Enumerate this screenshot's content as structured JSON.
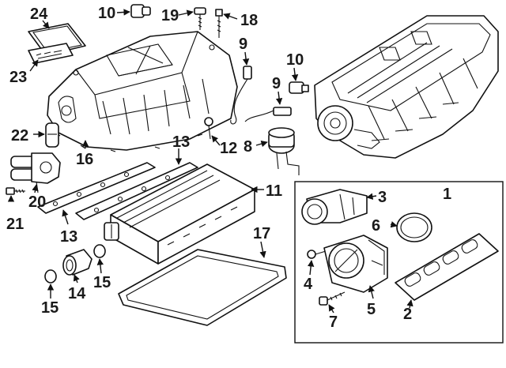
{
  "diagram": {
    "callouts": {
      "c1": "1",
      "c2": "2",
      "c3": "3",
      "c4": "4",
      "c5": "5",
      "c6": "6",
      "c7": "7",
      "c8": "8",
      "c9a": "9",
      "c9b": "9",
      "c10a": "10",
      "c10b": "10",
      "c11": "11",
      "c12": "12",
      "c13a": "13",
      "c13b": "13",
      "c14": "14",
      "c15a": "15",
      "c15b": "15",
      "c16": "16",
      "c17": "17",
      "c18": "18",
      "c19": "19",
      "c20": "20",
      "c21": "21",
      "c22": "22",
      "c23": "23",
      "c24": "24"
    },
    "colors": {
      "line": "#111111",
      "background": "#ffffff"
    }
  }
}
